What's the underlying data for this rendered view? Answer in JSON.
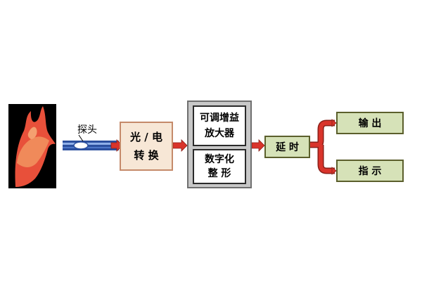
{
  "colors": {
    "flame_bg": "#000000",
    "flame_outer": "#e8503a",
    "flame_inner": "#f08a5a",
    "probe_tube": "#2b4f9e",
    "probe_highlight": "#8fb0e8",
    "photo_box_fill": "#f7e7d6",
    "photo_box_border": "#c58a6a",
    "amp_group_fill": "#c8c8c8",
    "amp_group_border": "#6f6f6f",
    "inner_box_fill": "#ffffff",
    "inner_box_border": "#2a2a2a",
    "olive_fill": "#d6e2b8",
    "olive_border": "#5b5f2c",
    "arrow_red": "#d9342b",
    "arrow_edge": "#8a1f18"
  },
  "probe": {
    "label": "探头"
  },
  "photoelectric": {
    "line1": "光 / 电",
    "line2": "转  换"
  },
  "amplifier": {
    "line1": "可调增益",
    "line2": "放大器"
  },
  "digitizer": {
    "line1": "数字化",
    "line2": "整    形"
  },
  "delay": {
    "label": "延 时"
  },
  "output": {
    "label": "输  出"
  },
  "indicator": {
    "label": "指  示"
  }
}
